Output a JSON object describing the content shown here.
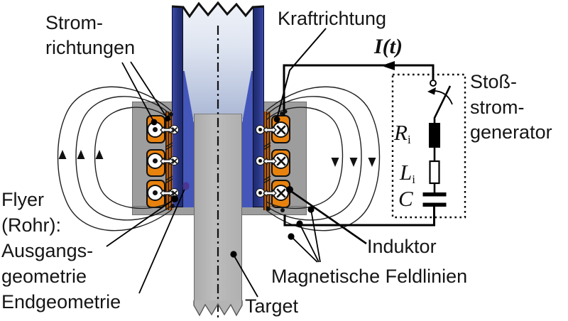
{
  "figure": {
    "type": "physics-schematic",
    "topic": "Electromagnetic pulse compression of a tube (flyer) onto a target with surge current generator"
  },
  "annotations": {
    "current_directions": [
      "Strom-",
      "richtungen"
    ],
    "force_direction": "Kraftrichtung",
    "current_waveform": "I(t)",
    "generator": [
      "Stoß-",
      "strom-",
      "generator"
    ],
    "resistor": "R",
    "resistor_sub": "i",
    "inductance": "L",
    "inductance_sub": "i",
    "capacitor": "C",
    "inductor": "Induktor",
    "field_lines": "Magnetische Feldlinien",
    "flyer": [
      "Flyer",
      "(Rohr):",
      "Ausgangs-",
      "geometrie",
      "Endgeometrie"
    ],
    "target": "Target"
  },
  "colors": {
    "coil_orange": "#E8820F",
    "tube_wall_blue": "#2B3A94",
    "flyer_blue": "#4456BA",
    "housing_gray": "#9D9D9D",
    "target_gray": "#B4B4B4",
    "endgeometry_dot_purple": "#4A3694",
    "line_black": "#111111"
  },
  "symbols": {
    "current_out_of_page": "circle-dot",
    "current_into_page": "circle-cross",
    "force": "double-arrow",
    "switch": "open-switch-with-closing-arrow",
    "axis": "dash-dot-centerline"
  }
}
